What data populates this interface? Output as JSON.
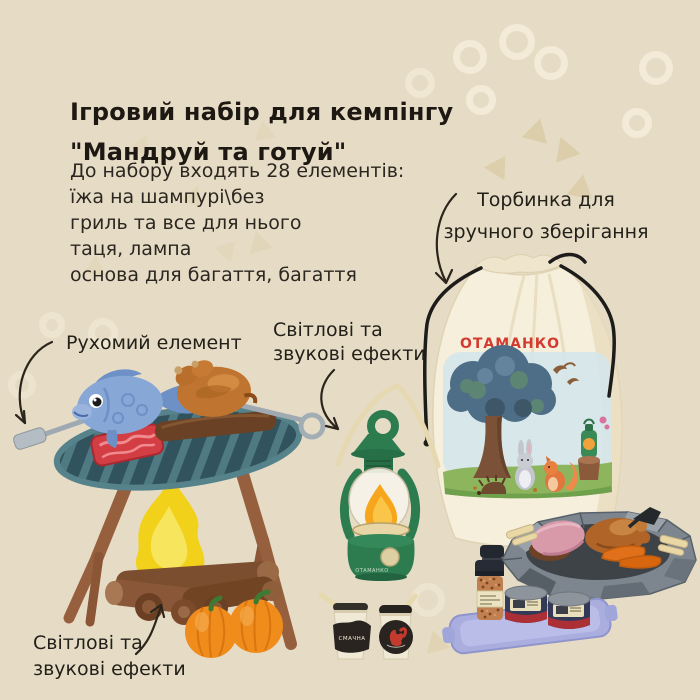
{
  "page": {
    "title_line1": "Ігровий набір для кемпінгу",
    "title_line2": "\"Мандруй та готуй\"",
    "description_lines": [
      "До набору входять 28 елементів:",
      "їжа на шампурі\\без",
      "гриль та все для нього",
      "таця, лампа",
      "основа для багаття, багаття"
    ]
  },
  "callouts": {
    "bag": {
      "line1": "Торбинка для",
      "line2": "зручного зберігання"
    },
    "movable": {
      "label": "Рухомий елемент"
    },
    "lantern": {
      "line1": "Світлові та",
      "line2": "звукові ефекти"
    },
    "campfire": {
      "line1": "Світлові та",
      "line2": "звукові ефекти"
    }
  },
  "products": {
    "bag_brand": "ОТАМАНКО",
    "lantern_brand": "ОТАМАНКО",
    "cup_label": "СМАЧНА"
  },
  "colors": {
    "background": "#e6dcc6",
    "text": "#221d15",
    "brand_red": "#d43b30",
    "lantern_green": "#2d7c50",
    "flame_yellow": "#f1d11a",
    "tray_lilac": "#a9aede",
    "decor_ring": "#f3ebd7",
    "decor_triangle": "#d9cba2"
  }
}
